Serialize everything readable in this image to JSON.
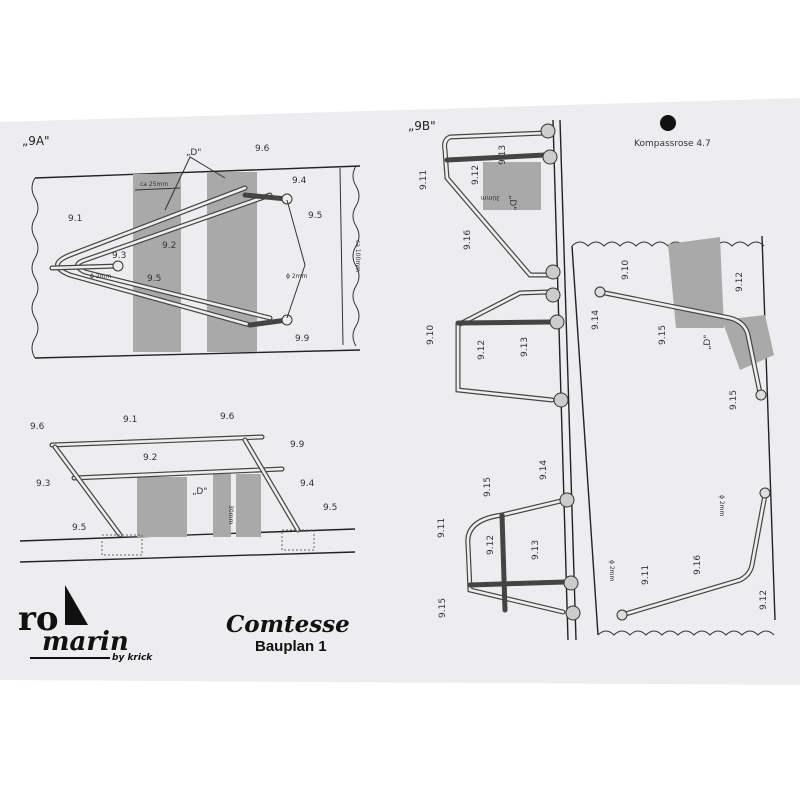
{
  "figure_a": {
    "title": "„9A\"",
    "labels": {
      "d": "„D\"",
      "p96": "9.6",
      "p94": "9.4",
      "p95a": "9.5",
      "p91": "9.1",
      "p92": "9.2",
      "p93": "9.3",
      "p95b": "9.5",
      "p99": "9.9",
      "dia1": "ϕ 2mm",
      "dia2": "ϕ 2mm",
      "width": "ca 25mm",
      "height": "ca 100mm"
    }
  },
  "figure_side": {
    "labels": {
      "p96a": "9.6",
      "p91": "9.1",
      "p96b": "9.6",
      "p99": "9.9",
      "p93": "9.3",
      "p92": "9.2",
      "d": "„D\"",
      "h": "30mm",
      "p94": "9.4",
      "p95a": "9.5",
      "p95b": "9.5"
    }
  },
  "figure_b": {
    "title": "„9B\"",
    "labels": {
      "p911": "9.11",
      "p913a": "9.13",
      "p912a": "9.12",
      "d1": "„D\"",
      "w": "30mm",
      "p916": "9.16",
      "p910": "9.10",
      "p912b": "9.12",
      "p913b": "9.13",
      "p911b": "9.11",
      "p915a": "9.15",
      "p914": "9.14",
      "p912c": "9.12",
      "p913c": "9.13",
      "p915b": "9.15"
    }
  },
  "figure_right": {
    "compass_label": "Kompassrose 4.7",
    "labels": {
      "p914": "9.14",
      "p910": "9.10",
      "p915a": "9.15",
      "d": "„D\"",
      "p912": "9.12",
      "p915b": "9.15",
      "dia1": "ϕ 2mm",
      "dia2": "ϕ 2mm",
      "p911": "9.11",
      "p916": "9.16",
      "p912b": "9.12"
    }
  },
  "title_block": {
    "logo_text": "ro marin by krick",
    "model": "Comtesse",
    "sheet": "Bauplan 1"
  }
}
